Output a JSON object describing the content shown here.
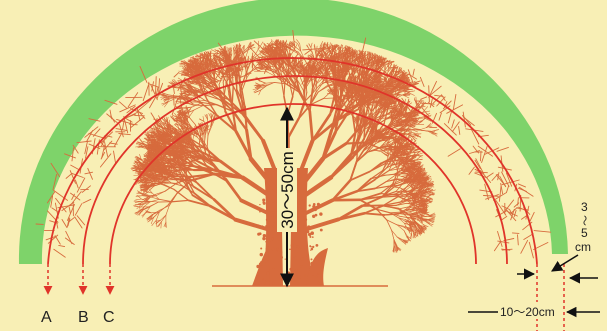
{
  "diagram": {
    "labels": {
      "A": "A",
      "B": "B",
      "C": "C",
      "height_range": "30～50cm",
      "thickness_digit_1": "3",
      "thickness_tilde": "～",
      "thickness_digit_2": "5",
      "thickness_unit": "cm",
      "spacing": "10～20cm"
    },
    "colors": {
      "background": "#f8efb5",
      "green_band": "#7ed36a",
      "branch": "#d76b3d",
      "red_line": "#e0342a",
      "label": "#222222"
    },
    "icons": [
      "up-down-arrow-icon",
      "left-arrow-icon",
      "right-arrow-icon",
      "down-arrow-icon"
    ]
  }
}
